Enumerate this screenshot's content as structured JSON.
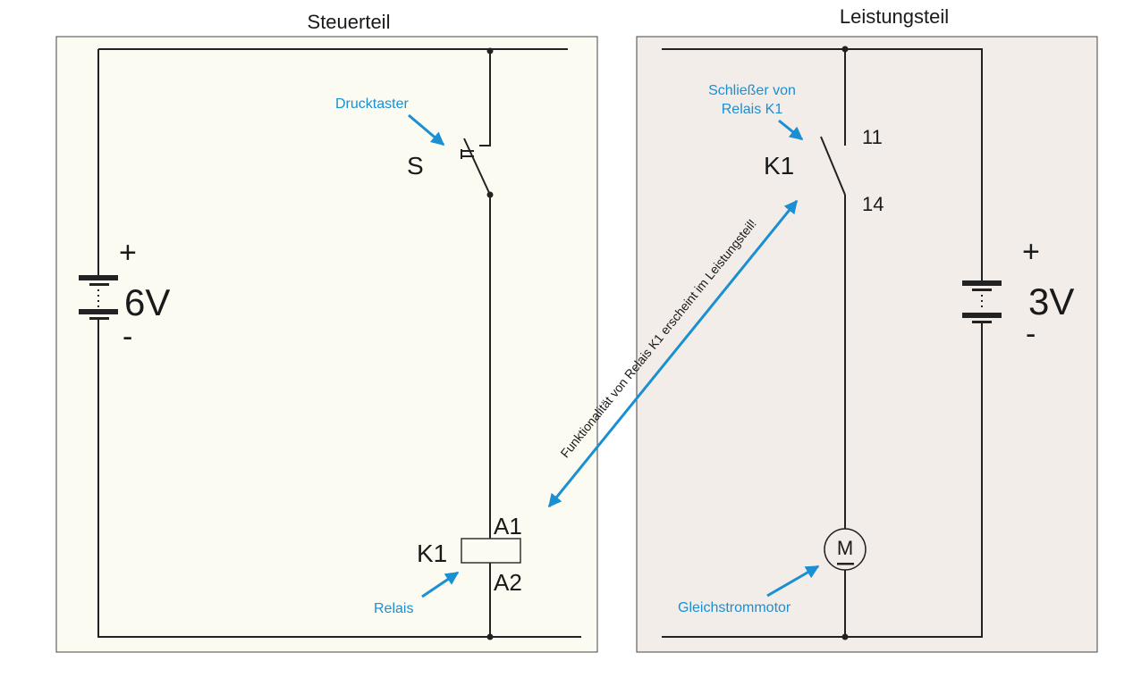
{
  "titles": {
    "left": "Steuerteil",
    "right": "Leistungsteil"
  },
  "left": {
    "battery": {
      "plus": "+",
      "voltage": "6V",
      "minus": "-"
    },
    "switch_label": "S",
    "switch_annotation": "Drucktaster",
    "coil_label": "K1",
    "coil_terminal_top": "A1",
    "coil_terminal_bottom": "A2",
    "coil_annotation": "Relais"
  },
  "right": {
    "battery": {
      "plus": "+",
      "voltage": "3V",
      "minus": "-"
    },
    "contact_label": "K1",
    "terminal_top": "11",
    "terminal_bottom": "14",
    "contact_annotation_line1": "Schließer von",
    "contact_annotation_line2": "Relais K1",
    "motor_symbol": "M",
    "motor_annotation": "Gleichstrommotor"
  },
  "link_annotation": "Funktionalität von Relais K1 erscheint im Leistungsteil!",
  "colors": {
    "annotation": "#1a8fd1",
    "left_bg": "#fcfbf1",
    "right_bg": "#f3ede9"
  }
}
